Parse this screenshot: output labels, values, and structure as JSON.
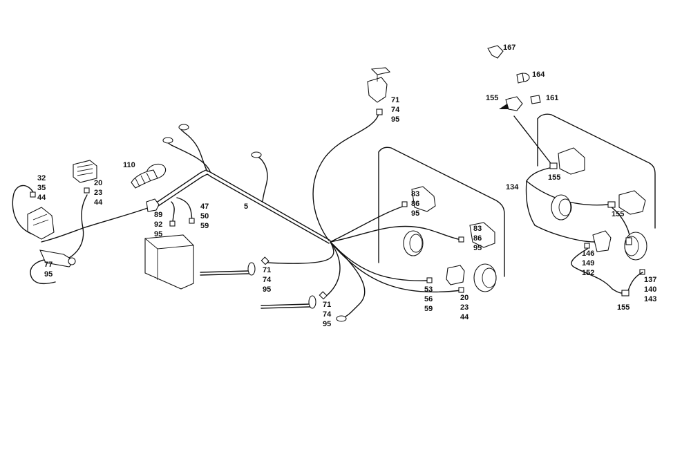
{
  "callouts": {
    "c_32_35_44": [
      "32",
      "35",
      "44"
    ],
    "c_20_23_44_top": [
      "20",
      "23",
      "44"
    ],
    "c_110": [
      "110"
    ],
    "c_77_95": [
      "77",
      "95"
    ],
    "c_89_92_95": [
      "89",
      "92",
      "95"
    ],
    "c_47_50_59": [
      "47",
      "50",
      "59"
    ],
    "c_5": [
      "5"
    ],
    "c_71_74_95_top": [
      "71",
      "74",
      "95"
    ],
    "c_71_74_95_mid": [
      "71",
      "74",
      "95"
    ],
    "c_71_74_95_low": [
      "71",
      "74",
      "95"
    ],
    "c_83_86_95_a": [
      "83",
      "86",
      "95"
    ],
    "c_83_86_95_b": [
      "83",
      "86",
      "95"
    ],
    "c_53_56_59": [
      "53",
      "56",
      "59"
    ],
    "c_20_23_44_low": [
      "20",
      "23",
      "44"
    ],
    "c_167": [
      "167"
    ],
    "c_164": [
      "164"
    ],
    "c_155_top": [
      "155"
    ],
    "c_161": [
      "161"
    ],
    "c_134": [
      "134"
    ],
    "c_155_a": [
      "155"
    ],
    "c_155_b": [
      "155"
    ],
    "c_146_149_152": [
      "146",
      "149",
      "152"
    ],
    "c_137_140_143": [
      "137",
      "140",
      "143"
    ],
    "c_155_c": [
      "155"
    ]
  },
  "icons": [
    "connector-icon",
    "relay-socket-icon",
    "grommet-icon",
    "switch-icon",
    "battery-icon",
    "lamp-icon",
    "bulb-icon",
    "ring-terminal-icon"
  ]
}
